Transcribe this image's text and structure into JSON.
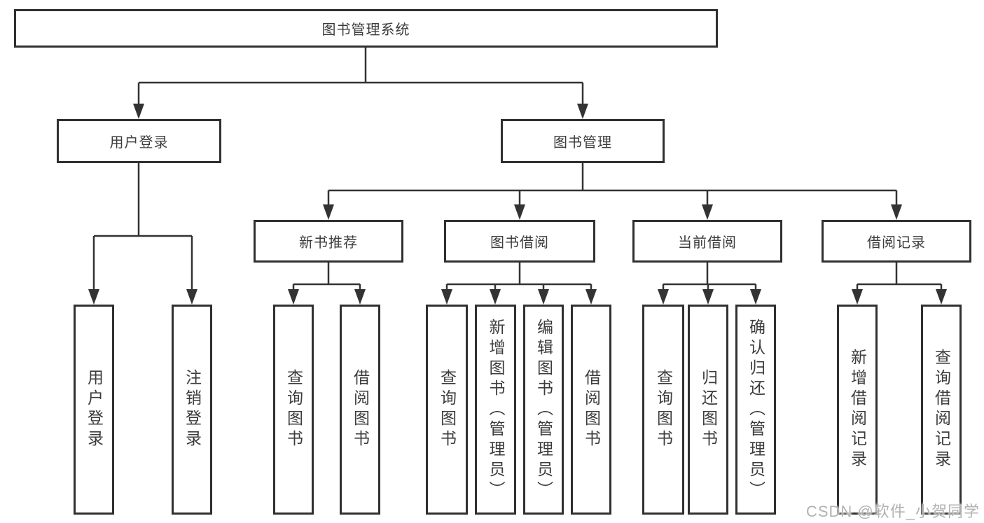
{
  "tree": {
    "label": "图书管理系统",
    "children": [
      {
        "label": "用户登录",
        "children": [
          {
            "label": "用户登录"
          },
          {
            "label": "注销登录"
          }
        ]
      },
      {
        "label": "图书管理",
        "children": [
          {
            "label": "新书推荐",
            "children": [
              {
                "label": "查询图书"
              },
              {
                "label": "借阅图书"
              }
            ]
          },
          {
            "label": "图书借阅",
            "children": [
              {
                "label": "查询图书"
              },
              {
                "label": "新增图书（管理员）"
              },
              {
                "label": "编辑图书（管理员）"
              },
              {
                "label": "借阅图书"
              }
            ]
          },
          {
            "label": "当前借阅",
            "children": [
              {
                "label": "查询图书"
              },
              {
                "label": "归还图书"
              },
              {
                "label": "确认归还（管理员）"
              }
            ]
          },
          {
            "label": "借阅记录",
            "children": [
              {
                "label": "新增借阅记录"
              },
              {
                "label": "查询借阅记录"
              }
            ]
          }
        ]
      }
    ]
  },
  "watermark": {
    "text": "CSDN @软件_小贺同学"
  },
  "colors": {
    "line": "#333333",
    "box_border": "#303030",
    "text": "#3c3c3c",
    "background": "#ffffff",
    "watermark": "#b2b2b2"
  }
}
